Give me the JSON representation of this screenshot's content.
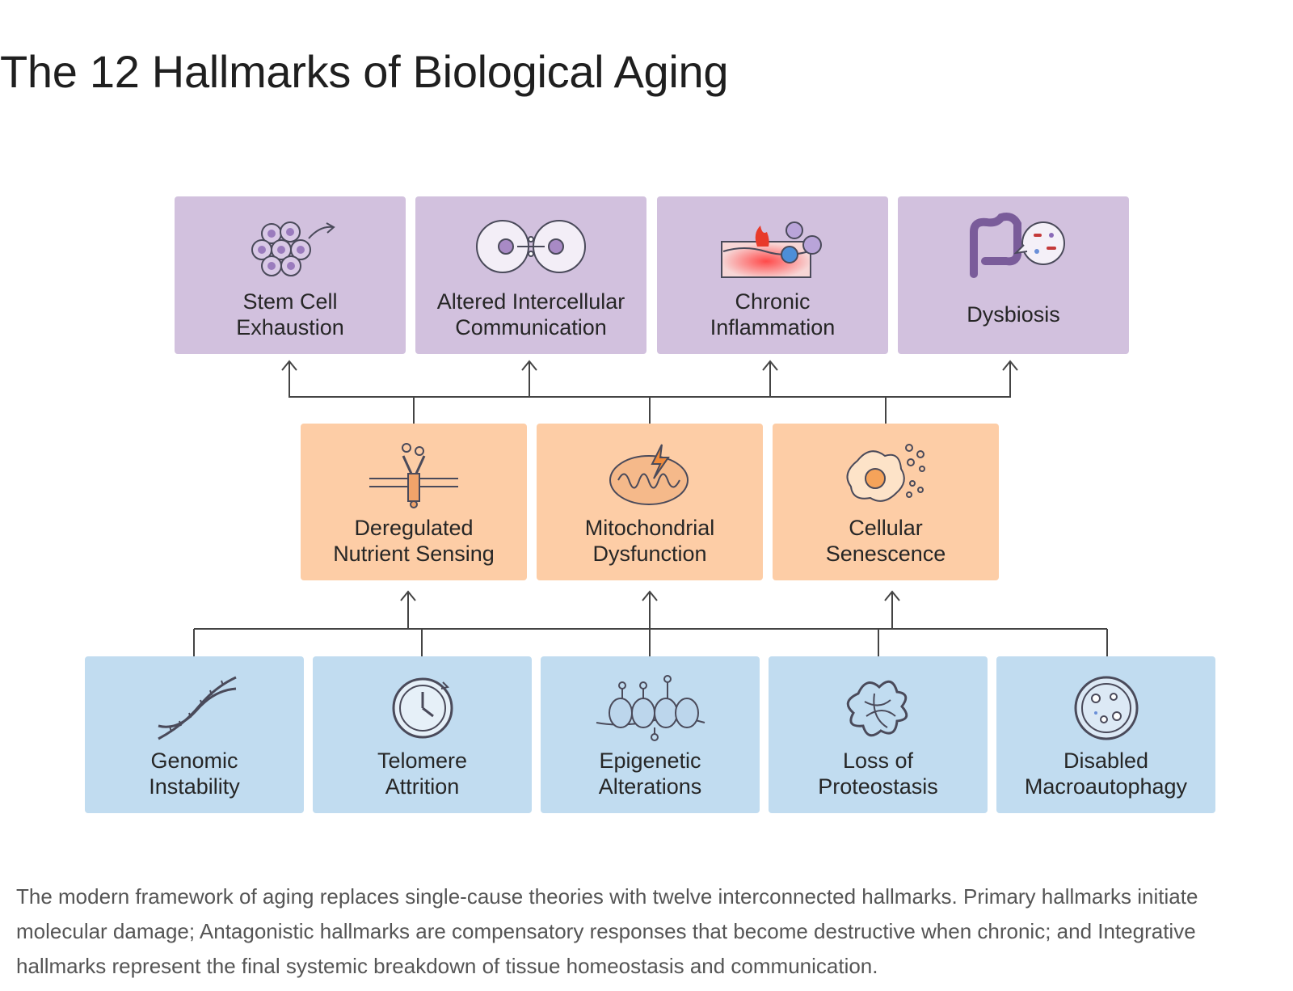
{
  "title": "The 12 Hallmarks of Biological Aging",
  "tiers": {
    "integrative": [
      {
        "label": "Stem Cell\nExhaustion",
        "icon": "stem-cells-icon"
      },
      {
        "label": "Altered Intercellular\nCommunication",
        "icon": "cell-signaling-icon"
      },
      {
        "label": "Chronic\nInflammation",
        "icon": "inflamed-tissue-icon"
      },
      {
        "label": "Dysbiosis",
        "icon": "intestine-microbiome-icon"
      }
    ],
    "antagonistic": [
      {
        "label": "Deregulated\nNutrient Sensing",
        "icon": "membrane-receptor-icon"
      },
      {
        "label": "Mitochondrial\nDysfunction",
        "icon": "mitochondrion-lightning-icon"
      },
      {
        "label": "Cellular\nSenescence",
        "icon": "senescent-cell-icon"
      }
    ],
    "primary": [
      {
        "label": "Genomic\nInstability",
        "icon": "dna-helix-icon"
      },
      {
        "label": "Telomere\nAttrition",
        "icon": "clock-circle-icon"
      },
      {
        "label": "Epigenetic\nAlterations",
        "icon": "nucleosomes-icon"
      },
      {
        "label": "Loss of\nProteostasis",
        "icon": "tangled-protein-icon"
      },
      {
        "label": "Disabled\nMacroautophagy",
        "icon": "autophagosome-icon"
      }
    ]
  },
  "colors": {
    "integrative": "#d2c1de",
    "antagonistic": "#fdcda6",
    "primary": "#c1dcf0",
    "line": "#444444"
  },
  "caption": "The modern framework of aging replaces single-cause theories with twelve interconnected hallmarks. Primary hallmarks initiate molecular damage; Antagonistic hallmarks are compensatory responses that become destructive when chronic; and Integrative hallmarks represent the final systemic breakdown of tissue homeostasis and communication."
}
